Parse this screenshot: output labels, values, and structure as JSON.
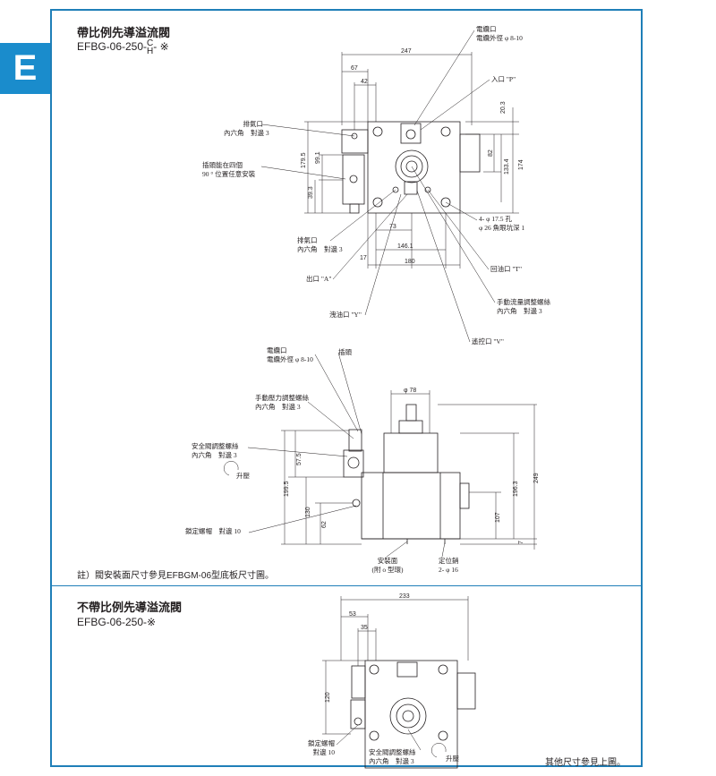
{
  "tab_letter": "E",
  "section1": {
    "title": "帶比例先導溢流閥",
    "model_prefix": "EFBG-06-250-",
    "model_stack_top": "C",
    "model_stack_bottom": "H",
    "model_suffix": "-  ※",
    "labels": {
      "solenoid_port": "電纜口",
      "cable_dia": "電纜外徑 φ 8-10",
      "inlet_p": "入口 \"P\"",
      "vent_top_1": "排氣口",
      "vent_top_2": "內六角　對邊 3",
      "plug_1": "插頭能在四個",
      "plug_2": "90 ° 位置任意安裝",
      "holes_1": "4- φ 17.5 孔",
      "holes_2": "φ 26 魚眼坑深 1",
      "vent_bot_1": "排氣口",
      "vent_bot_2": "內六角　對邊 3",
      "return_t": "回油口 \"T\"",
      "outlet_a": "出口 \"A\"",
      "manual_flow_1": "手動流量調整螺絲",
      "manual_flow_2": "內六角　對邊 3",
      "drain_y": "洩油口 \"Y\"",
      "remote_v": "遙控口 \"V\"",
      "dim_247": "247",
      "dim_67": "67",
      "dim_42": "42",
      "dim_20_3": "20.3",
      "dim_82": "82",
      "dim_133_4": "133.4",
      "dim_174": "174",
      "dim_179_5": "179.5",
      "dim_99_1": "99.1",
      "dim_39_3": "39.3",
      "dim_73": "73",
      "dim_17": "17",
      "dim_146_1": "146.1",
      "dim_180": "180"
    }
  },
  "section1_side": {
    "labels": {
      "solenoid_port": "電纜口",
      "cable_dia": "電纜外徑 φ 8-10",
      "plug": "插頭",
      "manual_press_1": "手動壓力調整螺絲",
      "manual_press_2": "內六角　對邊 3",
      "safety_1": "安全閥調整螺絲",
      "safety_2": "內六角　對邊 3",
      "raise": "升壓",
      "lock_nut": "鎖定螺帽　對邊 10",
      "mount_1": "安裝面",
      "mount_2": "(附 o 型環)",
      "locating_pin_1": "定位銷",
      "locating_pin_2": "2- φ 16",
      "dim_phi78": "φ 78",
      "dim_57_5": "57.5",
      "dim_199_5": "199.5",
      "dim_130": "130",
      "dim_62": "62",
      "dim_107": "107",
      "dim_196_3": "196.3",
      "dim_249": "249",
      "dim_7": "7"
    },
    "note": "註）閥安裝面尺寸參見EFBGM-06型底板尺寸圖。"
  },
  "section2": {
    "title": "不帶比例先導溢流閥",
    "model": "EFBG-06-250-※",
    "labels": {
      "dim_233": "233",
      "dim_53": "53",
      "dim_35": "35",
      "dim_120": "120",
      "lock_nut_1": "鎖定螺帽",
      "lock_nut_2": "對邊 10",
      "safety_1": "安全閥調整螺絲",
      "safety_2": "內六角　對邊 3",
      "raise": "升壓"
    },
    "note": "其他尺寸參見上圖。"
  }
}
